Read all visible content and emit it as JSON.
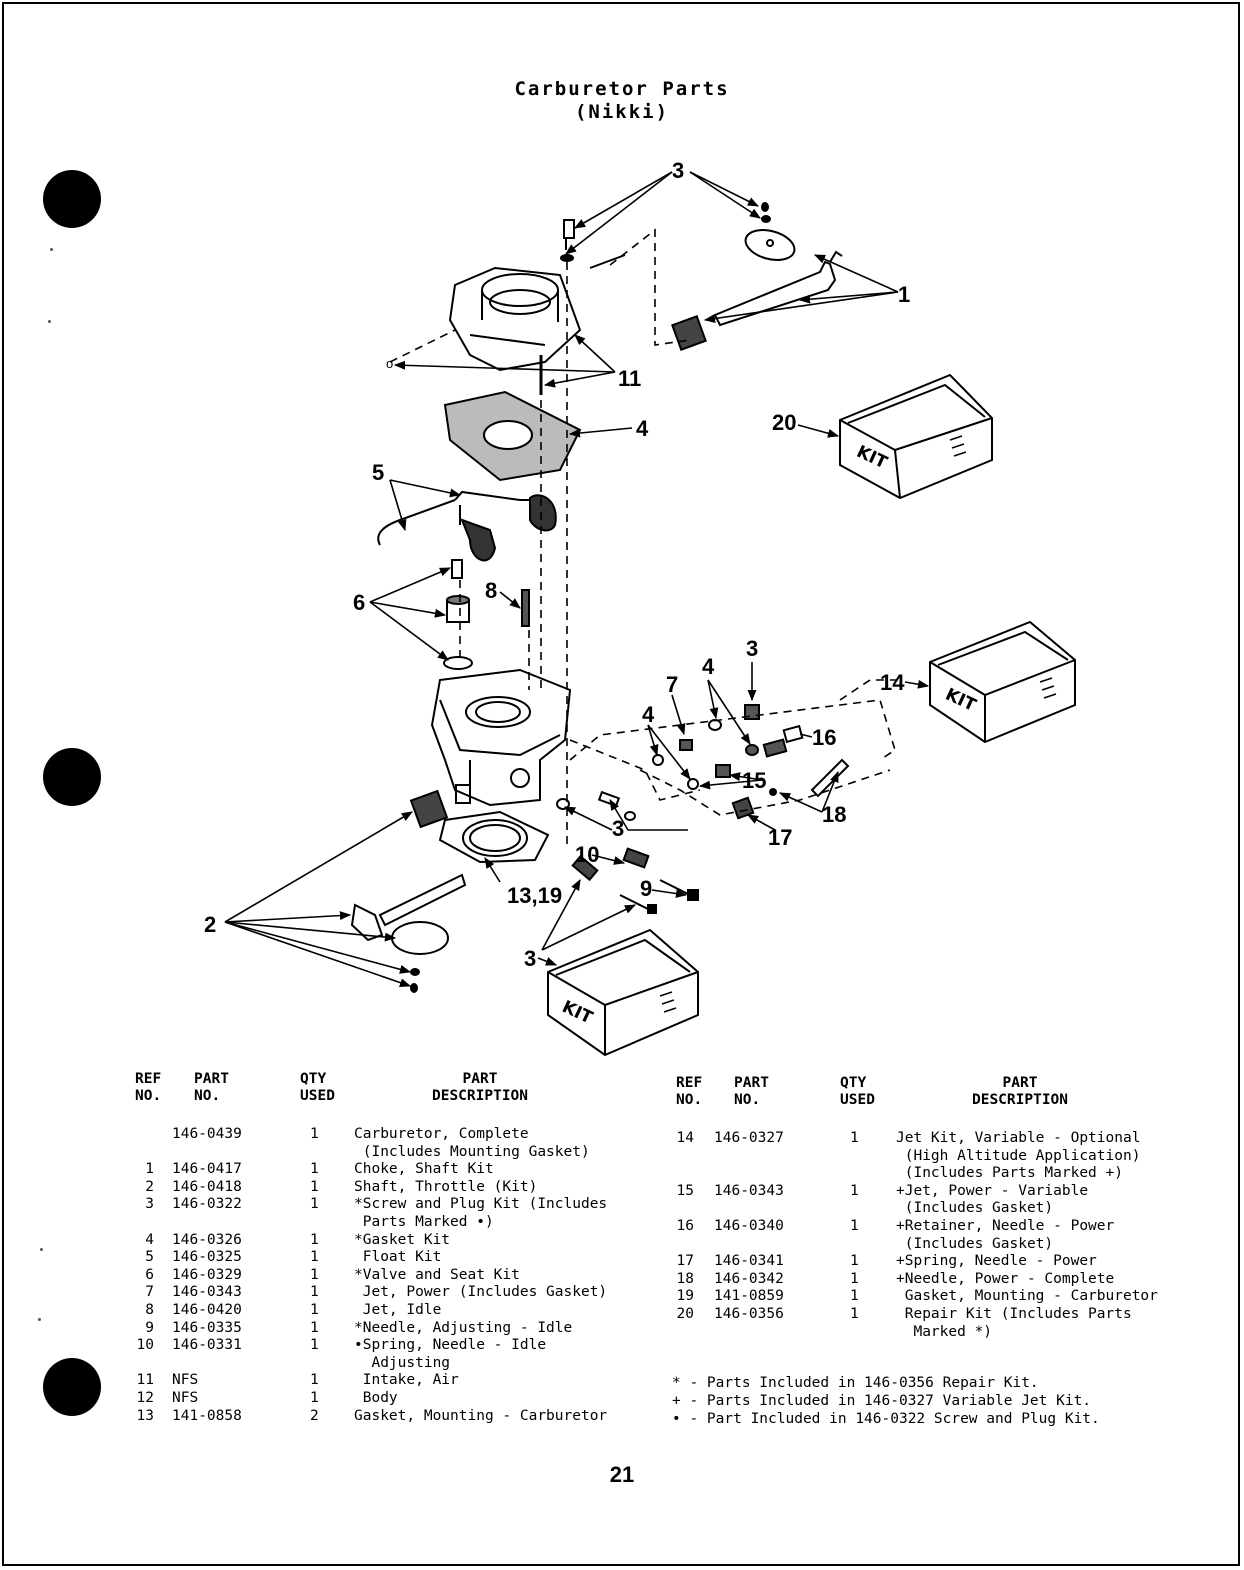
{
  "page": {
    "title_line1": "Carburetor Parts",
    "title_line2": "(Nikki)",
    "page_number": "21"
  },
  "diagram": {
    "callouts": [
      "3",
      "1",
      "11",
      "20",
      "4",
      "5",
      "6",
      "8",
      "3",
      "4",
      "7",
      "14",
      "4",
      "16",
      "15",
      "18",
      "17",
      "3",
      "10",
      "13,19",
      "9",
      "2",
      "3"
    ],
    "kit_label": "KIT",
    "small_o": "o"
  },
  "table": {
    "headers": {
      "ref": "REF\nNO.",
      "part": "PART\nNO.",
      "qty": "QTY\nUSED",
      "desc": "PART\nDESCRIPTION"
    },
    "left_rows": [
      {
        "ref": "",
        "part": "146-0439",
        "qty": "1",
        "desc": "Carburetor, Complete"
      },
      {
        "ref": "",
        "part": "",
        "qty": "",
        "desc": " (Includes Mounting Gasket)"
      },
      {
        "ref": "1",
        "part": "146-0417",
        "qty": "1",
        "desc": "Choke, Shaft Kit"
      },
      {
        "ref": "2",
        "part": "146-0418",
        "qty": "1",
        "desc": "Shaft, Throttle (Kit)"
      },
      {
        "ref": "3",
        "part": "146-0322",
        "qty": "1",
        "desc": "*Screw and Plug Kit (Includes"
      },
      {
        "ref": "",
        "part": "",
        "qty": "",
        "desc": " Parts Marked •)"
      },
      {
        "ref": "4",
        "part": "146-0326",
        "qty": "1",
        "desc": "*Gasket Kit"
      },
      {
        "ref": "5",
        "part": "146-0325",
        "qty": "1",
        "desc": " Float Kit"
      },
      {
        "ref": "6",
        "part": "146-0329",
        "qty": "1",
        "desc": "*Valve and Seat Kit"
      },
      {
        "ref": "7",
        "part": "146-0343",
        "qty": "1",
        "desc": " Jet, Power (Includes Gasket)"
      },
      {
        "ref": "8",
        "part": "146-0420",
        "qty": "1",
        "desc": " Jet, Idle"
      },
      {
        "ref": "9",
        "part": "146-0335",
        "qty": "1",
        "desc": "*Needle, Adjusting - Idle"
      },
      {
        "ref": "10",
        "part": "146-0331",
        "qty": "1",
        "desc": "•Spring, Needle - Idle"
      },
      {
        "ref": "",
        "part": "",
        "qty": "",
        "desc": "  Adjusting"
      },
      {
        "ref": "11",
        "part": "NFS",
        "qty": "1",
        "desc": " Intake, Air"
      },
      {
        "ref": "12",
        "part": "NFS",
        "qty": "1",
        "desc": " Body"
      },
      {
        "ref": "13",
        "part": "141-0858",
        "qty": "2",
        "desc": "Gasket, Mounting - Carburetor"
      }
    ],
    "right_rows": [
      {
        "ref": "14",
        "part": "146-0327",
        "qty": "1",
        "desc": "Jet Kit, Variable - Optional"
      },
      {
        "ref": "",
        "part": "",
        "qty": "",
        "desc": " (High Altitude Application)"
      },
      {
        "ref": "",
        "part": "",
        "qty": "",
        "desc": " (Includes Parts Marked +)"
      },
      {
        "ref": "15",
        "part": "146-0343",
        "qty": "1",
        "desc": "+Jet, Power - Variable"
      },
      {
        "ref": "",
        "part": "",
        "qty": "",
        "desc": " (Includes Gasket)"
      },
      {
        "ref": "16",
        "part": "146-0340",
        "qty": "1",
        "desc": "+Retainer, Needle - Power"
      },
      {
        "ref": "",
        "part": "",
        "qty": "",
        "desc": " (Includes Gasket)"
      },
      {
        "ref": "17",
        "part": "146-0341",
        "qty": "1",
        "desc": "+Spring, Needle - Power"
      },
      {
        "ref": "18",
        "part": "146-0342",
        "qty": "1",
        "desc": "+Needle, Power - Complete"
      },
      {
        "ref": "19",
        "part": "141-0859",
        "qty": "1",
        "desc": " Gasket, Mounting - Carburetor"
      },
      {
        "ref": "20",
        "part": "146-0356",
        "qty": "1",
        "desc": " Repair Kit (Includes Parts"
      },
      {
        "ref": "",
        "part": "",
        "qty": "",
        "desc": "  Marked *)"
      }
    ],
    "notes": [
      "* - Parts Included in 146-0356 Repair Kit.",
      "+ - Parts Included in 146-0327 Variable Jet Kit.",
      "• - Part Included in 146-0322 Screw and Plug Kit."
    ]
  }
}
